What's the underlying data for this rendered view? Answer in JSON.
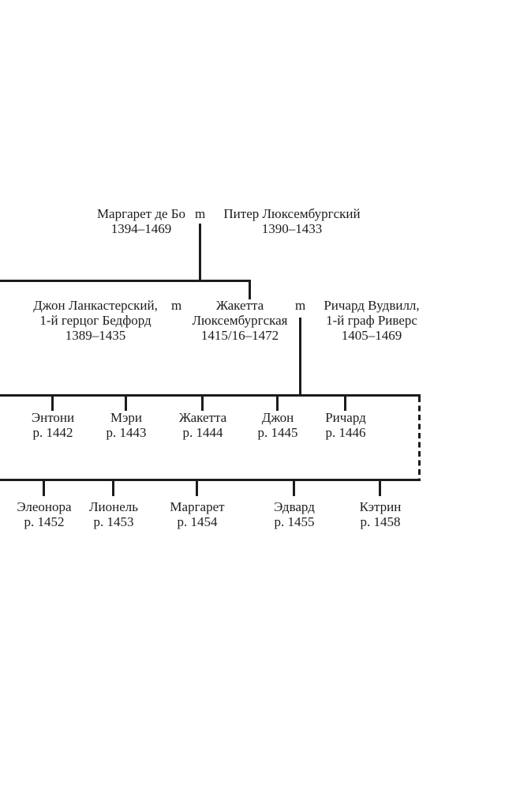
{
  "diagram": {
    "type": "family-tree",
    "language": "ru",
    "colors": {
      "background": "#ffffff",
      "line": "#1c1c1c",
      "text": "#1c1c1c"
    },
    "generation1": {
      "person1": {
        "name": "Маргарет де Бо",
        "dates": "1394–1469"
      },
      "marriage_symbol": "m",
      "person2": {
        "name": "Питер Люксембургский",
        "dates": "1390–1433"
      }
    },
    "generation2": {
      "person1": {
        "line1": "Джон Ланкастерский,",
        "line2": "1-й герцог Бедфорд",
        "line3": "1389–1435"
      },
      "marriage_symbol1": "m",
      "person2": {
        "line1": "Жакетта",
        "line2": "Люксембургская",
        "line3": "1415/16–1472"
      },
      "marriage_symbol2": "m",
      "person3": {
        "line1": "Ричард Вудвилл,",
        "line2": "1-й граф Риверс",
        "line3": "1405–1469"
      }
    },
    "children_row1": [
      {
        "name": "Энтони",
        "born": "р. 1442"
      },
      {
        "name": "Мэри",
        "born": "р. 1443"
      },
      {
        "name": "Жакетта",
        "born": "р. 1444"
      },
      {
        "name": "Джон",
        "born": "р. 1445"
      },
      {
        "name": "Ричард",
        "born": "р. 1446"
      }
    ],
    "children_row2": [
      {
        "name": "Элеонора",
        "born": "р. 1452"
      },
      {
        "name": "Лионель",
        "born": "р. 1453"
      },
      {
        "name": "Маргарет",
        "born": "р. 1454"
      },
      {
        "name": "Эдвард",
        "born": "р. 1455"
      },
      {
        "name": "Кэтрин",
        "born": "р. 1458"
      }
    ]
  }
}
